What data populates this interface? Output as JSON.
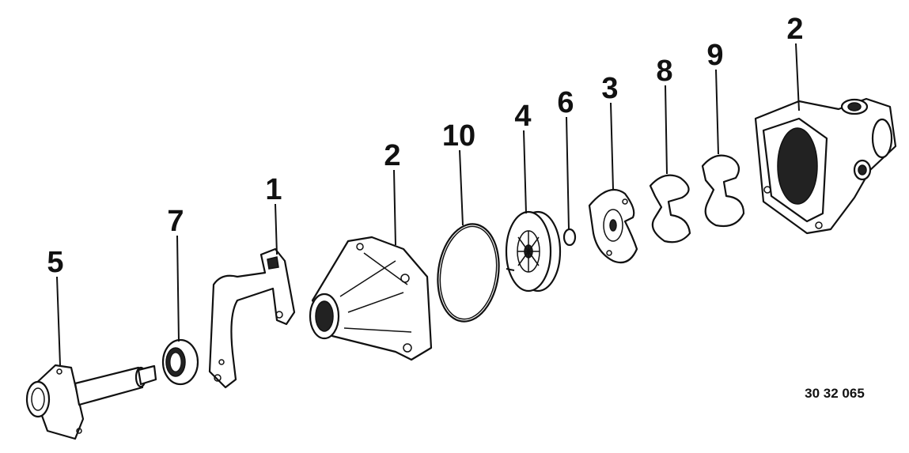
{
  "diagram": {
    "reference_number": "30 32 065",
    "callouts": [
      {
        "id": "callout-5",
        "label": "5"
      },
      {
        "id": "callout-7",
        "label": "7"
      },
      {
        "id": "callout-1",
        "label": "1"
      },
      {
        "id": "callout-2a",
        "label": "2"
      },
      {
        "id": "callout-10",
        "label": "10"
      },
      {
        "id": "callout-4",
        "label": "4"
      },
      {
        "id": "callout-6",
        "label": "6"
      },
      {
        "id": "callout-3",
        "label": "3"
      },
      {
        "id": "callout-8",
        "label": "8"
      },
      {
        "id": "callout-9",
        "label": "9"
      },
      {
        "id": "callout-2b",
        "label": "2"
      }
    ]
  }
}
